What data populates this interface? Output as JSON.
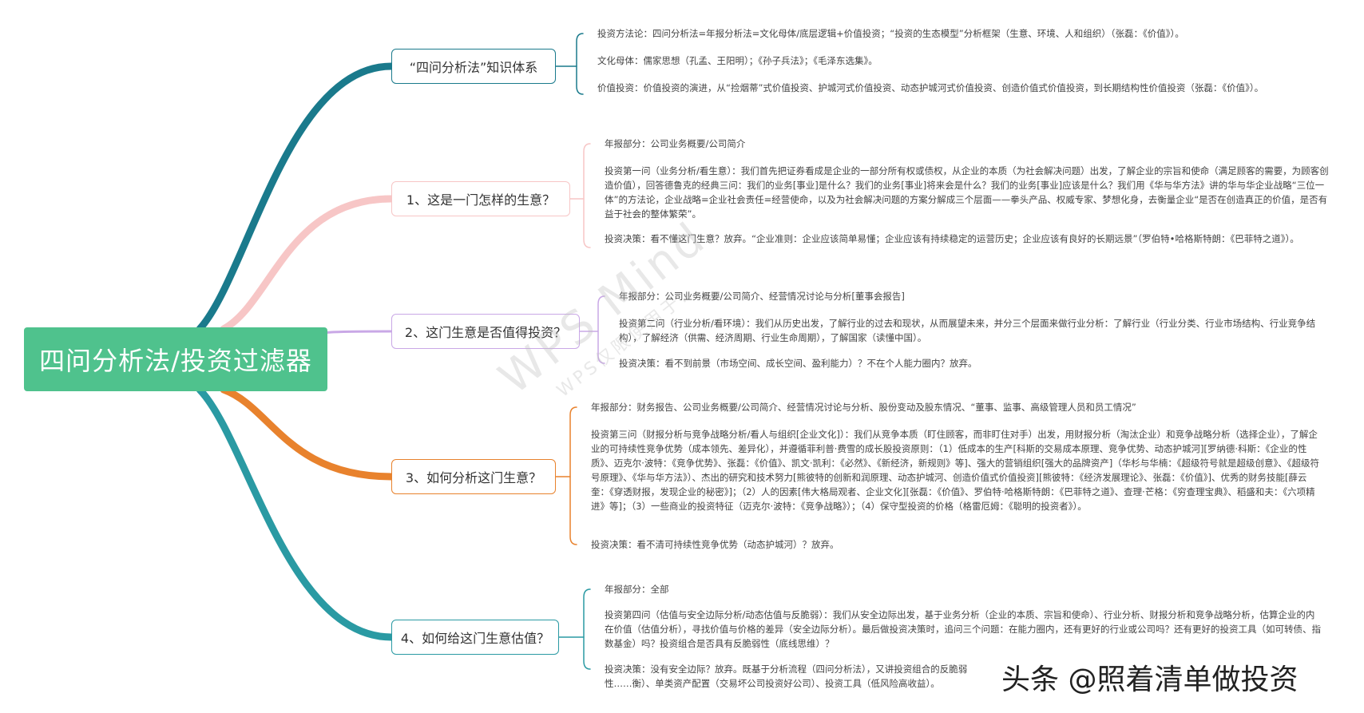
{
  "root": {
    "label": "四问分析法/投资过滤器",
    "color": "#4fc28d"
  },
  "topics": [
    {
      "label": "“四问分析法”知识体系",
      "color": "#1a7a8c",
      "notes": [
        "投资方法论：四问分析法=年报分析法=文化母体/底层逻辑+价值投资；“投资的生态模型”分析框架（生意、环境、人和组织）（张磊：《价值》）。",
        "文化母体：儒家思想（孔孟、王阳明）；《孙子兵法》；《毛泽东选集》。",
        "价值投资：价值投资的演进，从“捡烟蒂”式价值投资、护城河式价值投资、动态护城河式价值投资、创造价值式价值投资，到长期结构性价值投资（张磊：《价值》）。"
      ]
    },
    {
      "label": "1、这是一门怎样的生意？",
      "color": "#f7c6c6",
      "notes": [
        "年报部分：公司业务概要/公司简介",
        "投资第一问（业务分析/看生意）：我们首先把证券看成是企业的一部分所有权或债权，从企业的本质（为社会解决问题）出发，了解企业的宗旨和使命（满足顾客的需要，为顾客创造价值），回答德鲁克的经典三问：我们的业务[事业]是什么？我们的业务[事业]将来会是什么？我们的业务[事业]应该是什么？我们用《华与华方法》讲的华与华企业战略“三位一体”的方法论，企业战略=企业社会责任=经营使命，以及为社会解决问题的方案分解成三个层面——拳头产品、权威专家、梦想化身，去衡量企业“是否在创造真正的价值，是否有益于社会的整体繁荣”。",
        "投资决策：看不懂这门生意？放弃。“企业准则：企业应该简单易懂；企业应该有持续稳定的运营历史；企业应该有良好的长期远景”（罗伯特•哈格斯特朗：《巴菲特之道》）。"
      ]
    },
    {
      "label": "2、这门生意是否值得投资？",
      "color": "#c9a8e6",
      "notes": [
        "年报部分：公司业务概要/公司简介、经营情况讨论与分析[董事会报告]",
        "投资第二问（行业分析/看环境）：我们从历史出发，了解行业的过去和现状，从而展望未来，并分三个层面来做行业分析：了解行业（行业分类、行业市场结构、行业竞争结构），了解经济（供需、经济周期、行业生命周期），了解国家（读懂中国）。",
        "投资决策：看不到前景（市场空间、成长空间、盈利能力）？不在个人能力圈内？放弃。"
      ]
    },
    {
      "label": "3、如何分析这门生意？",
      "color": "#e8822d",
      "notes": [
        "年报部分：财务报告、公司业务概要/公司简介、经营情况讨论与分析、股份变动及股东情况、“董事、监事、高级管理人员和员工情况”",
        "投资第三问（财报分析与竞争战略分析/看人与组织[企业文化]）：我们从竞争本质（盯住顾客，而非盯住对手）出发，用财报分析（淘汰企业）和竞争战略分析（选择企业），了解企业的可持续性竞争优势（成本领先、差异化），并遵循菲利普·费雪的成长股投资原则：（1）低成本的生产[科斯的交易成本原理、竞争优势、动态护城河][罗纳德·科斯：《企业的性质》、迈克尔·波特：《竞争优势》、张磊：《价值》、凯文·凯利：《必然》、《新经济，新规则》等]、强大的营销组织[强大的品牌资产]（华杉与华楠：《超级符号就是超级创意》、《超级符号原理》、《华与华方法》）、杰出的研究和技术努力[熊彼特的创新和润原理、动态护城河、创造价值式价值投资][熊彼特：《经济发展理论》、张磊：《价值》]、优秀的财务技能[薛云奎：《穿透财报，发现企业的秘密》]；（2）人的因素[伟大格局观者、企业文化][张磊：《价值》、罗伯特·哈格斯特朗：《巴菲特之道》、查理·芒格：《穷查理宝典》、稻盛和夫：《六项精进》等]；（3）一些商业的投资特征（迈克尔·波特：《竞争战略》）；（4）保守型投资的价格（格雷厄姆：《聪明的投资者》）。",
        "投资决策：看不清可持续性竞争优势（动态护城河）？放弃。"
      ]
    },
    {
      "label": "4、如何给这门生意估值？",
      "color": "#2a9aa3",
      "notes": [
        "年报部分：全部",
        "投资第四问（估值与安全边际分析/动态估值与反脆弱）：我们从安全边际出发，基于业务分析（企业的本质、宗旨和使命）、行业分析、财报分析和竞争战略分析，估算企业的内在价值（估值分析），寻找价值与价格的差异（安全边际分析）。最后做投资决策时，追问三个问题：在能力圈内，还有更好的行业或公司吗？还有更好的投资工具（如可转债、指数基金）吗？投资组合是否具有反脆弱性（底线思维）？",
        "投资决策：没有安全边际？放弃。既基于分析流程（四问分析法），又讲投资组合的反脆弱性……衡）、单类资产配置（交易坏公司投资好公司）、投资工具（低风险高收益）。"
      ]
    }
  ],
  "watermark": {
    "line1": "WPS Mind",
    "line2": "WPS仅限使用于…"
  },
  "overlay_logo": "头条 @照着清单做投资"
}
